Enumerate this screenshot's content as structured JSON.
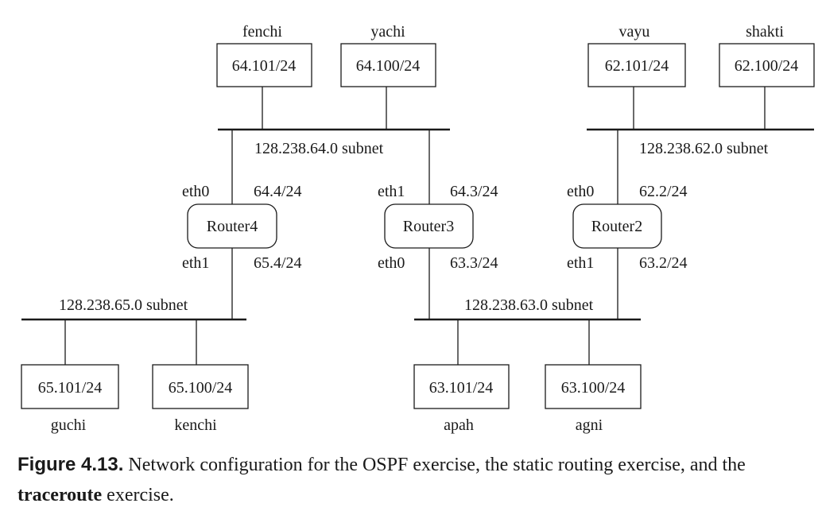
{
  "subnets": [
    {
      "id": "s64",
      "label": "128.238.64.0 subnet"
    },
    {
      "id": "s62",
      "label": "128.238.62.0 subnet"
    },
    {
      "id": "s65",
      "label": "128.238.65.0 subnet"
    },
    {
      "id": "s63",
      "label": "128.238.63.0 subnet"
    }
  ],
  "hosts": [
    {
      "id": "fenchi",
      "name": "fenchi",
      "addr": "64.101/24"
    },
    {
      "id": "yachi",
      "name": "yachi",
      "addr": "64.100/24"
    },
    {
      "id": "vayu",
      "name": "vayu",
      "addr": "62.101/24"
    },
    {
      "id": "shakti",
      "name": "shakti",
      "addr": "62.100/24"
    },
    {
      "id": "guchi",
      "name": "guchi",
      "addr": "65.101/24"
    },
    {
      "id": "kenchi",
      "name": "kenchi",
      "addr": "65.100/24"
    },
    {
      "id": "apah",
      "name": "apah",
      "addr": "63.101/24"
    },
    {
      "id": "agni",
      "name": "agni",
      "addr": "63.100/24"
    }
  ],
  "routers": [
    {
      "id": "router4",
      "name": "Router4",
      "top_if": "eth0",
      "top_addr": "64.4/24",
      "bottom_if": "eth1",
      "bottom_addr": "65.4/24"
    },
    {
      "id": "router3",
      "name": "Router3",
      "top_if": "eth1",
      "top_addr": "64.3/24",
      "bottom_if": "eth0",
      "bottom_addr": "63.3/24"
    },
    {
      "id": "router2",
      "name": "Router2",
      "top_if": "eth0",
      "top_addr": "62.2/24",
      "bottom_if": "eth1",
      "bottom_addr": "63.2/24"
    }
  ],
  "caption": {
    "lead": "Figure 4.13.",
    "text1": " Network configuration for the OSPF exercise, the static routing exercise, and the ",
    "command": "traceroute",
    "text2": " exercise."
  }
}
